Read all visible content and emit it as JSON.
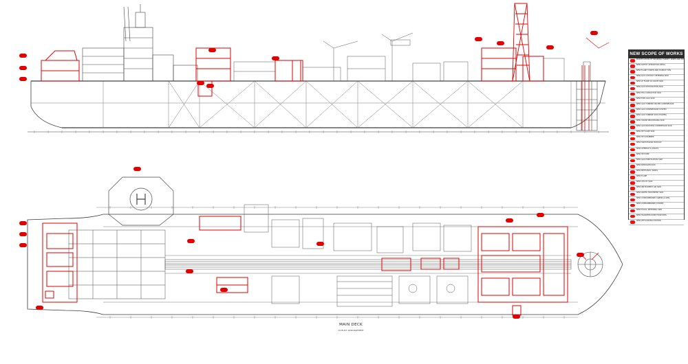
{
  "legend": {
    "title": "NEW SCOPE OF WORKS",
    "items": [
      "MODIFICATION OF MOORING TURRET, RISER AND MOORING SYSTEM",
      "NEW SAFETY SEPARATOR (NEW)",
      "NEW FLARE TOWER AND HANDLE TIPS",
      "NEW GAS CUSTODY METERING SKID",
      "NEW LP FLARE KO DRUM SKID",
      "NEW GAS DEHYDRATION SKID",
      "NEW TEG CONTACTOR SKID",
      "NEW FUEL GAS SKID",
      "NEW GAS TURBINE DRIVEN COMPRESSOR",
      "NEW GAS COMPRESSION SYSTEM",
      "NEW GAS TURBINE SKID (POWER)",
      "NEW CRUDE PROCESSING SKID",
      "NEW GAS BOOSTER COMPRESSOR SKID",
      "NEW HP FLARE SKID",
      "NEW HP SCRUBBER",
      "NEW SWITCHGEAR MODULE",
      "NEW LIFEBOAT & DAVITS",
      "NEW HP PUMP",
      "NEW GAS PURIFICATION SKID",
      "NEW NITROGEN SKID",
      "NEW METHANOL TANKS",
      "NEW FLARE",
      "NEW UTILITY SKID",
      "NEW INSTRUMENT AIR SKID",
      "NEW WATER TREATMENT SKID",
      "NEW CONTAINERISED CABINS & GEN",
      "NEW CONTAINERISED STORES",
      "NEW FISCAL METERING SKID",
      "NEW TRANSFER PUMP HOSE REEL",
      "NEW OFFLOADING STATION"
    ]
  },
  "plan": {
    "title": "MAIN DECK",
    "subtitle": "AS BUILT ARRANGEMENT"
  },
  "colors": {
    "ink": "#3a3a3a",
    "fine": "#7a7a7a",
    "highlight": "#e00000",
    "panel_header": "#2b2b2b"
  }
}
